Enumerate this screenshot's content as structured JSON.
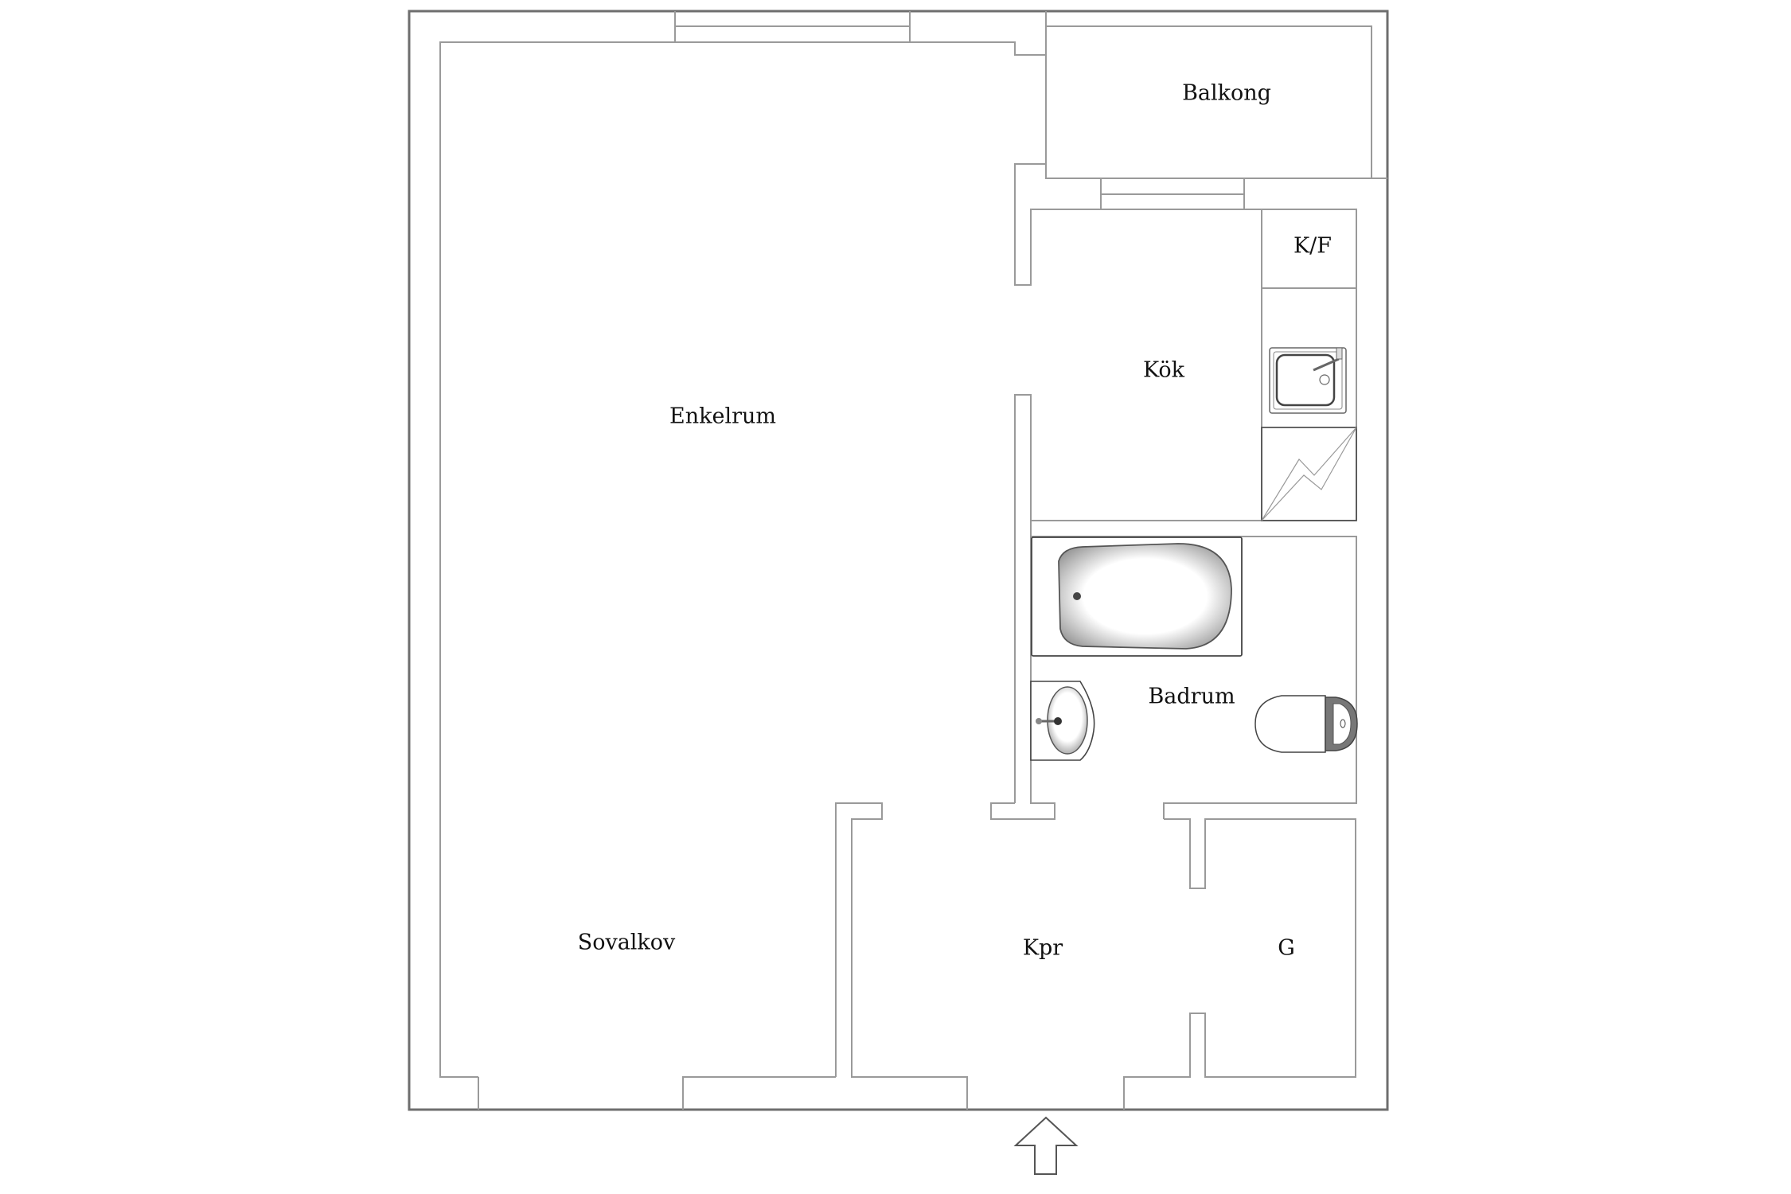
{
  "plan": {
    "rooms": [
      {
        "id": "enkelrum",
        "label": "Enkelrum"
      },
      {
        "id": "sovalkov",
        "label": "Sovalkov"
      },
      {
        "id": "balkong",
        "label": "Balkong"
      },
      {
        "id": "kok",
        "label": "Kök"
      },
      {
        "id": "kf",
        "label": "K/F"
      },
      {
        "id": "badrum",
        "label": "Badrum"
      },
      {
        "id": "kpr",
        "label": "Kpr"
      },
      {
        "id": "g",
        "label": "G"
      }
    ],
    "fixtures": [
      "kitchen-sink",
      "stove",
      "bathtub",
      "washbasin",
      "toilet"
    ],
    "entrance": "entrance-arrow",
    "colors": {
      "wall": "#9a9a9a",
      "outer_wall": "#6e6e6e",
      "text": "#111111",
      "background": "#ffffff"
    }
  }
}
